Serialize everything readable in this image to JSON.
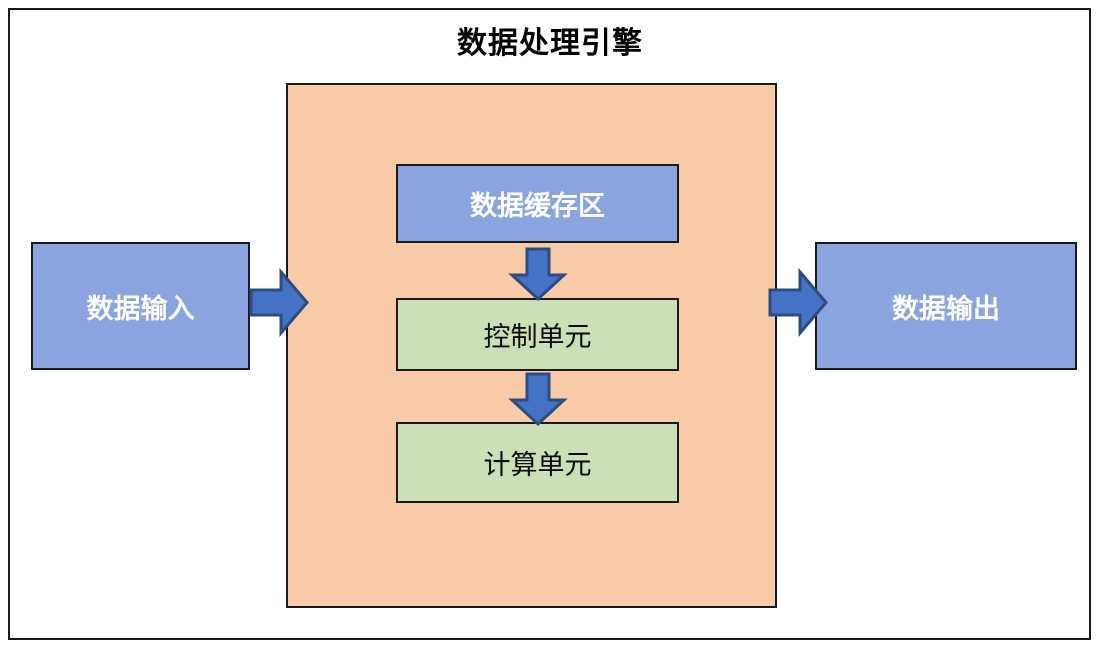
{
  "diagram": {
    "title": "数据处理引擎",
    "frame": {
      "name": "outer-frame",
      "border_color": "#1a1a1a"
    },
    "container": {
      "name": "engine-panel",
      "label": "",
      "fill": "#F7CBA8",
      "border": "#1a1a1a"
    },
    "nodes": [
      {
        "id": "data-input",
        "label": "数据输入",
        "fill": "#8AA5DE",
        "border": "#1a1a1a",
        "text_color": "#FFFFFF",
        "bold": true
      },
      {
        "id": "data-buffer",
        "label": "数据缓存区",
        "fill": "#8AA5DE",
        "border": "#1a1a1a",
        "text_color": "#FFFFFF",
        "bold": true
      },
      {
        "id": "control-unit",
        "label": "控制单元",
        "fill": "#CBE0B6",
        "border": "#1a1a1a",
        "text_color": "#0D0D0D",
        "bold": false
      },
      {
        "id": "compute-unit",
        "label": "计算单元",
        "fill": "#CBE0B6",
        "border": "#1a1a1a",
        "text_color": "#0D0D0D",
        "bold": false
      },
      {
        "id": "data-output",
        "label": "数据输出",
        "fill": "#8AA5DE",
        "border": "#1a1a1a",
        "text_color": "#FFFFFF",
        "bold": true
      }
    ],
    "arrows": [
      {
        "id": "input-to-engine",
        "icon": "arrow-right-icon",
        "direction": "right",
        "from": "data-input",
        "to": "engine-panel",
        "fill": "#4472C4",
        "border": "#2F4B80"
      },
      {
        "id": "buffer-to-control",
        "icon": "arrow-down-icon",
        "direction": "down",
        "from": "data-buffer",
        "to": "control-unit",
        "fill": "#4472C4",
        "border": "#2F4B80"
      },
      {
        "id": "control-to-compute",
        "icon": "arrow-down-icon",
        "direction": "down",
        "from": "control-unit",
        "to": "compute-unit",
        "fill": "#4472C4",
        "border": "#2F4B80"
      },
      {
        "id": "engine-to-output",
        "icon": "arrow-right-icon",
        "direction": "right",
        "from": "engine-panel",
        "to": "data-output",
        "fill": "#4472C4",
        "border": "#2F4B80"
      }
    ]
  }
}
